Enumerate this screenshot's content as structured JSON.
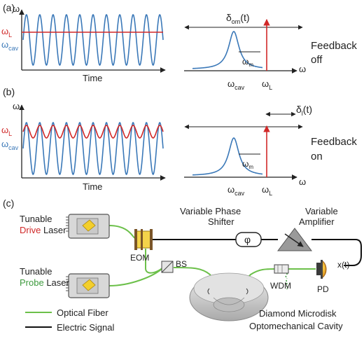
{
  "panels": {
    "a": "(a)",
    "b": "(b)",
    "c": "(c)"
  },
  "axes": {
    "omega": "ω",
    "time": "Time",
    "omega_L_sym": "ω",
    "L_sub": "L",
    "omega_cav_sym": "ω",
    "cav_sub": "cav",
    "omega_m_sym": "ω",
    "m_sub": "m"
  },
  "delta_om": {
    "sym": "δ",
    "sub": "om",
    "arg": "(t)"
  },
  "delta_l": {
    "sym": "δ",
    "sub": "l",
    "arg": "(t)"
  },
  "feedback": {
    "off_line1": "Feedback",
    "off_line2": "off",
    "on_line1": "Feedback",
    "on_line2": "on"
  },
  "setup": {
    "drive_laser_line1": "Tunable",
    "drive_word": "Drive",
    "laser_word": " Laser",
    "probe_laser_line1": "Tunable",
    "probe_word": "Probe",
    "phase_shifter_line1": "Variable Phase",
    "phase_shifter_line2": "Shifter",
    "phi": "φ",
    "amplifier_line1": "Variable",
    "amplifier_line2": "Amplifier",
    "eom": "EOM",
    "bs": "BS",
    "wdm": "WDM",
    "pd": "PD",
    "xt": "x(t)",
    "microdisk_line1": "Diamond Microdisk",
    "microdisk_line2": "Optomechanical Cavity"
  },
  "legend": {
    "optical_fiber": "Optical Fiber",
    "electric_signal": "Electric Signal"
  },
  "colors": {
    "cavity_blue": "#3a78b8",
    "laser_red": "#d02828",
    "fiber_green": "#6cc04a",
    "electric_black": "#111111",
    "probe_green": "#3d9a3d"
  }
}
